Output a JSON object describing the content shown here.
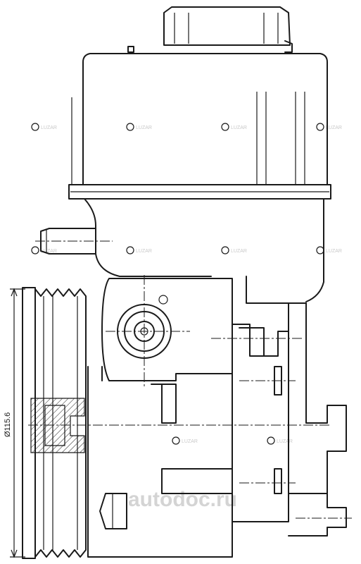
{
  "dimension_label": "Ø115.6",
  "watermark_text": "LUZAR",
  "footer_logo": "autodoc.ru",
  "colors": {
    "line": "#1a1a1a",
    "watermark": "#c9c9c9",
    "background": "#ffffff"
  }
}
